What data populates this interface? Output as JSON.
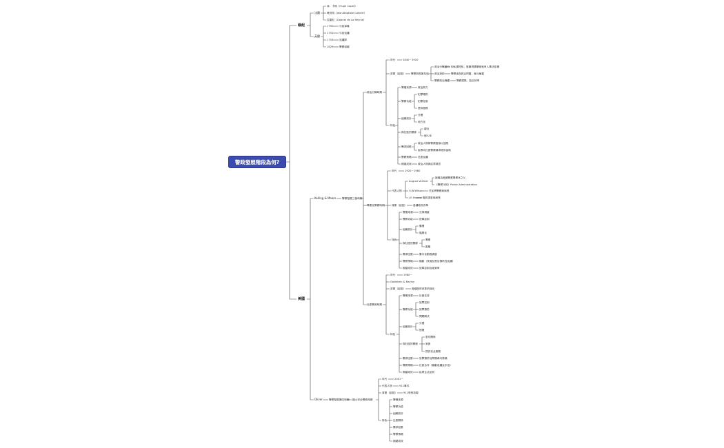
{
  "root": "警政發展階段為何?",
  "l1": {
    "origin": "緣起",
    "usa": "美國"
  },
  "origin": {
    "france": "法國",
    "france_items": [
      "休．卡佩（Hugh Capet）",
      "哥貝特（Jean-Baptiste Colbert）",
      "拉雷尼（Gabriel de La Reynie）"
    ],
    "uk": "英國",
    "uk_years": [
      "1750",
      "1751",
      "1753",
      "1829"
    ],
    "uk_items": [
      "弓街探員",
      "弓街巡邏",
      "巡邏隊",
      "警察組織"
    ]
  },
  "usa": {
    "kelling": "Kelling & Moore",
    "kelling_branch": "警察發展三個時期",
    "oliver": "Oliver",
    "oliver_branch": "警察發展第四時期",
    "oliver_sub": "國土安全警政時期"
  },
  "political": {
    "title": "政治分贓時期",
    "years_k": "年代",
    "years_v": "1840－1920",
    "bg_k": "背景（起因）",
    "bg_v": "警察與政客勾結",
    "bg_items": [
      "政治分贓盛行",
      "政治掛帥",
      "警察政治傀儡"
    ],
    "bg_details": [
      "徇私護短依，誰贏得選舉誰就有人事決定權",
      "警察淪為政治附庸，貪污嚴重",
      "警察腐敗、缺乏效率"
    ],
    "feat": "特色",
    "feat_items": [
      "警權來源",
      "警察功能",
      "組織設計",
      "與社區的關係",
      "需求回應",
      "警察策略",
      "期望成效"
    ],
    "power": "政治勢力",
    "func": [
      "犯罪預防",
      "犯罪控制",
      "提供服務"
    ],
    "org": [
      "分權",
      "地方化"
    ],
    "comm": [
      "親近",
      "個人化"
    ],
    "demand": [
      "政治人物與警察直接以回應",
      "民眾向社區警察請求提供協助"
    ],
    "strategy": "社區巡邏",
    "outcome": "政治人物與民眾滿意"
  },
  "professional": {
    "title": "專業化警察時期",
    "years_k": "年代",
    "years_v": "1920－1980",
    "people_k": "代表人物",
    "people": [
      "August Vollmer",
      "O.W.Wilson",
      "J.E.Hoover"
    ],
    "vollmer_items": [
      "被稱為美國警察專業化之父",
      "《警察行政》Police Administration"
    ],
    "wilson_item": "芝加哥警察局局長",
    "hoover_item": "聯邦調查局局長",
    "bg_k": "背景（起因）",
    "bg_v": "各種政府改革",
    "feat": "特色",
    "feat_items": [
      "警權來源",
      "警察功能",
      "組織設計",
      "與社區的關係",
      "需求回應",
      "警察策略",
      "期望成效"
    ],
    "power": "法律規章",
    "func": "犯罪控制",
    "org": [
      "集權",
      "階層化"
    ],
    "comm": [
      "專業",
      "距離"
    ],
    "demand": "集中化勤務調度",
    "strategy": "機動（快速反應及預防性巡邏）",
    "outcome": "犯罪控制及破案率"
  },
  "community": {
    "title": "社區警政時期",
    "years_k": "年代",
    "years_v": "1980－",
    "people": "Goldstein & Bayley",
    "bg_k": "背景（起因）",
    "bg_v": "各種政府改革的強化",
    "feat": "特色",
    "feat_items": [
      "警權來源",
      "警察功能",
      "組織設計",
      "與社區的關係",
      "需求回應",
      "警察策略",
      "期望成效"
    ],
    "power": "社會支持",
    "func": [
      "犯罪控制",
      "犯罪預防",
      "問題解決"
    ],
    "org": [
      "分權",
      "授權"
    ],
    "comm": [
      "密切關係",
      "參與",
      "提供安全服務"
    ],
    "demand": "犯罪預防及問題導向策略",
    "strategy": "社區合作（機動巡邏及步巡）",
    "outcome": "民眾生活品質"
  },
  "homeland": {
    "years_k": "年代",
    "years_v": "2001－",
    "people_k": "代表人物",
    "people_v": "911事件",
    "bg_k": "背景（起因）",
    "bg_v": "911恐怖攻擊",
    "feat": "特色",
    "feat_items": [
      "警權來源",
      "警察功能",
      "組織設計",
      "社區關係",
      "需求回應",
      "警察策略",
      "期望成效"
    ]
  }
}
